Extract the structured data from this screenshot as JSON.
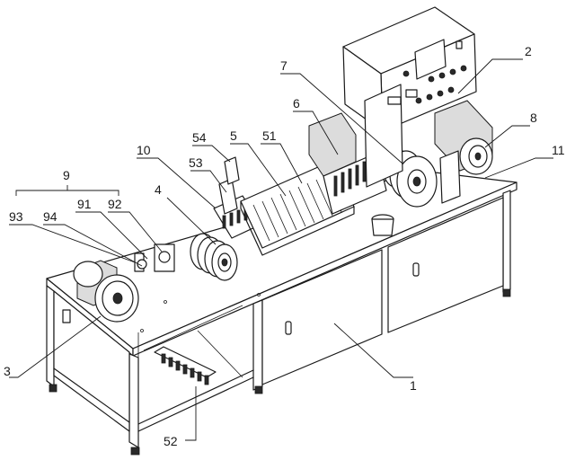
{
  "labels": [
    {
      "id": "1",
      "text": "1"
    },
    {
      "id": "2",
      "text": "2"
    },
    {
      "id": "3",
      "text": "3"
    },
    {
      "id": "4",
      "text": "4"
    },
    {
      "id": "5",
      "text": "5"
    },
    {
      "id": "51",
      "text": "51"
    },
    {
      "id": "52",
      "text": "52"
    },
    {
      "id": "53",
      "text": "53"
    },
    {
      "id": "54",
      "text": "54"
    },
    {
      "id": "6",
      "text": "6"
    },
    {
      "id": "7",
      "text": "7"
    },
    {
      "id": "8",
      "text": "8"
    },
    {
      "id": "9",
      "text": "9"
    },
    {
      "id": "91",
      "text": "91"
    },
    {
      "id": "92",
      "text": "92"
    },
    {
      "id": "93",
      "text": "93"
    },
    {
      "id": "94",
      "text": "94"
    },
    {
      "id": "10",
      "text": "10"
    },
    {
      "id": "11",
      "text": "11"
    }
  ]
}
